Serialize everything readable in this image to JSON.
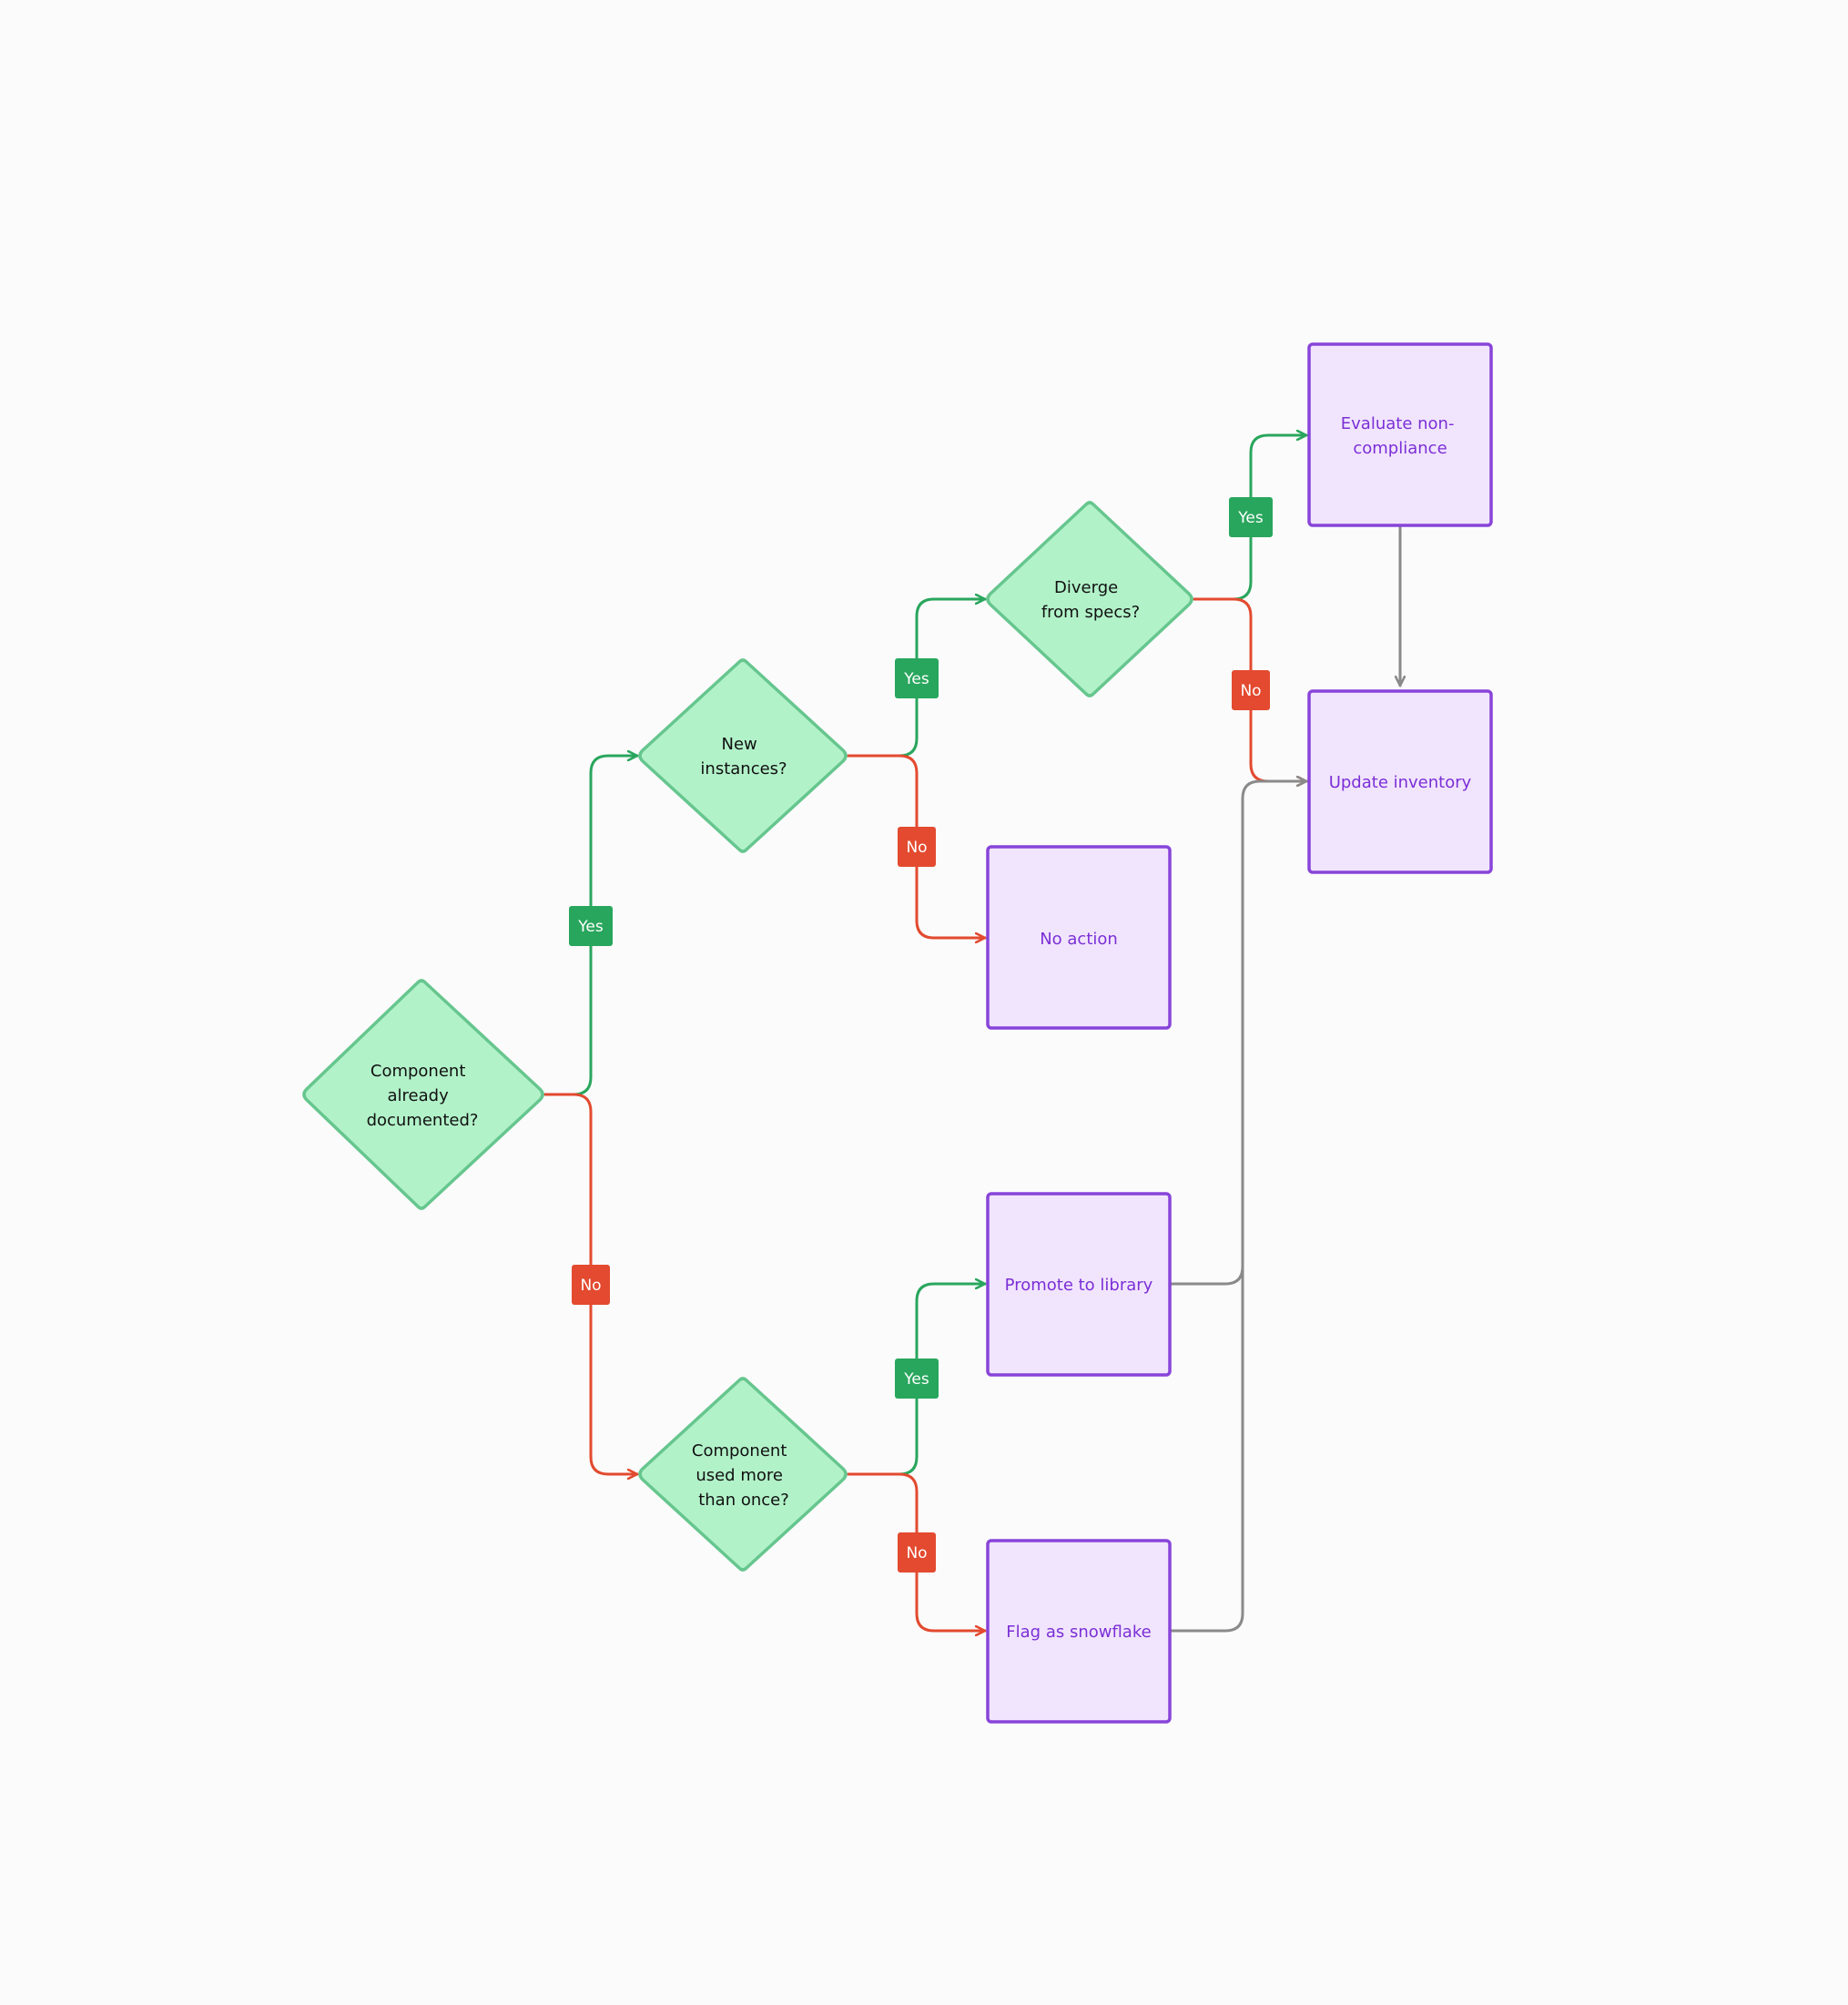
{
  "colors": {
    "background": "#fbfbfb",
    "decision_fill": "#b2f2c9",
    "decision_stroke": "#66c68e",
    "action_fill": "#f1e5fd",
    "action_stroke": "#8844d9",
    "action_text": "#7b2fd6",
    "yes": "#29a65d",
    "no": "#e34a2f",
    "neutral": "#8a8a8a"
  },
  "decisions": {
    "documented": [
      "Component",
      "already",
      "documented?"
    ],
    "new_instances": [
      "New",
      "instances?"
    ],
    "diverge": [
      "Diverge",
      "from specs?"
    ],
    "used_more": [
      "Component",
      "used more",
      "than once?"
    ]
  },
  "actions": {
    "evaluate": [
      "Evaluate non-",
      "compliance"
    ],
    "update": [
      "Update inventory"
    ],
    "no_action": [
      "No action"
    ],
    "promote": [
      "Promote to library"
    ],
    "snowflake": [
      "Flag as snowflake"
    ]
  },
  "labels": {
    "yes": "Yes",
    "no": "No"
  }
}
